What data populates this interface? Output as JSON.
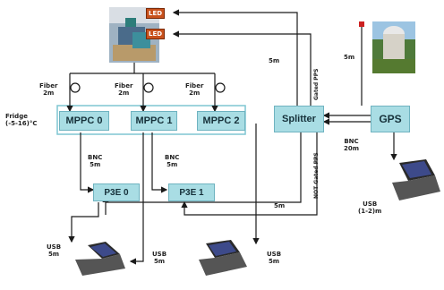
{
  "colors": {
    "box_fill": "#a9dde4",
    "box_border": "#6fb3c0",
    "led": "#c8511c",
    "line": "#1a1a1a",
    "frame": "#7fc6d2"
  },
  "leds": [
    "LED",
    "LED"
  ],
  "sensors": [
    "MPPC 0",
    "MPPC 1",
    "MPPC 2"
  ],
  "splitter": "Splitter",
  "gps": "GPS",
  "p3e": [
    "P3E 0",
    "P3E 1"
  ],
  "labels": {
    "fiber0": "Fiber\n2m",
    "fiber1": "Fiber\n2m",
    "fiber2": "Fiber\n2m",
    "fridge": "Fridge\n(-5-16)°C",
    "bnc0": "BNC\n5m",
    "bnc1": "BNC\n5m",
    "bnc_gps": "BNC\n20m",
    "usb_left": "USB\n5m",
    "usb_mid": "USB\n5m",
    "usb_right": "USB\n5m",
    "usb_gps": "USB\n(1-2)m",
    "splitter_top": "5m",
    "splitter_bottom": "5m",
    "antenna_cable": "5m"
  },
  "vertical_labels": {
    "gated": "Gated PPS",
    "not_gated": "NOT Gated PPS"
  },
  "icons": {
    "photo_led": "led-board-photo",
    "photo_building": "building-antenna-photo",
    "laptop": "laptop-icon",
    "loop": "fiber-loop-icon"
  }
}
